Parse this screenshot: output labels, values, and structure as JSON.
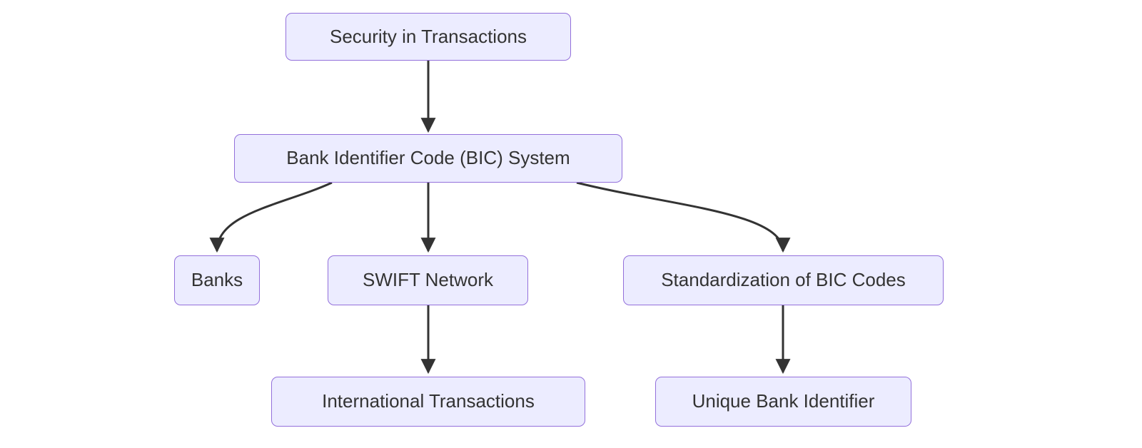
{
  "diagram": {
    "type": "flowchart",
    "direction": "top-down",
    "nodes": [
      {
        "id": "security",
        "label": "Security in Transactions"
      },
      {
        "id": "bic",
        "label": "Bank Identifier Code (BIC) System"
      },
      {
        "id": "banks",
        "label": "Banks"
      },
      {
        "id": "swift",
        "label": "SWIFT Network"
      },
      {
        "id": "standardization",
        "label": "Standardization of BIC Codes"
      },
      {
        "id": "international",
        "label": "International Transactions"
      },
      {
        "id": "unique",
        "label": "Unique Bank Identifier"
      }
    ],
    "edges": [
      {
        "from": "security",
        "to": "bic"
      },
      {
        "from": "bic",
        "to": "banks"
      },
      {
        "from": "bic",
        "to": "swift"
      },
      {
        "from": "bic",
        "to": "standardization"
      },
      {
        "from": "swift",
        "to": "international"
      },
      {
        "from": "standardization",
        "to": "unique"
      }
    ],
    "colors": {
      "node_fill": "#ECECFF",
      "node_border": "#9370DB",
      "edge_color": "#333333",
      "text_color": "#333333"
    }
  }
}
